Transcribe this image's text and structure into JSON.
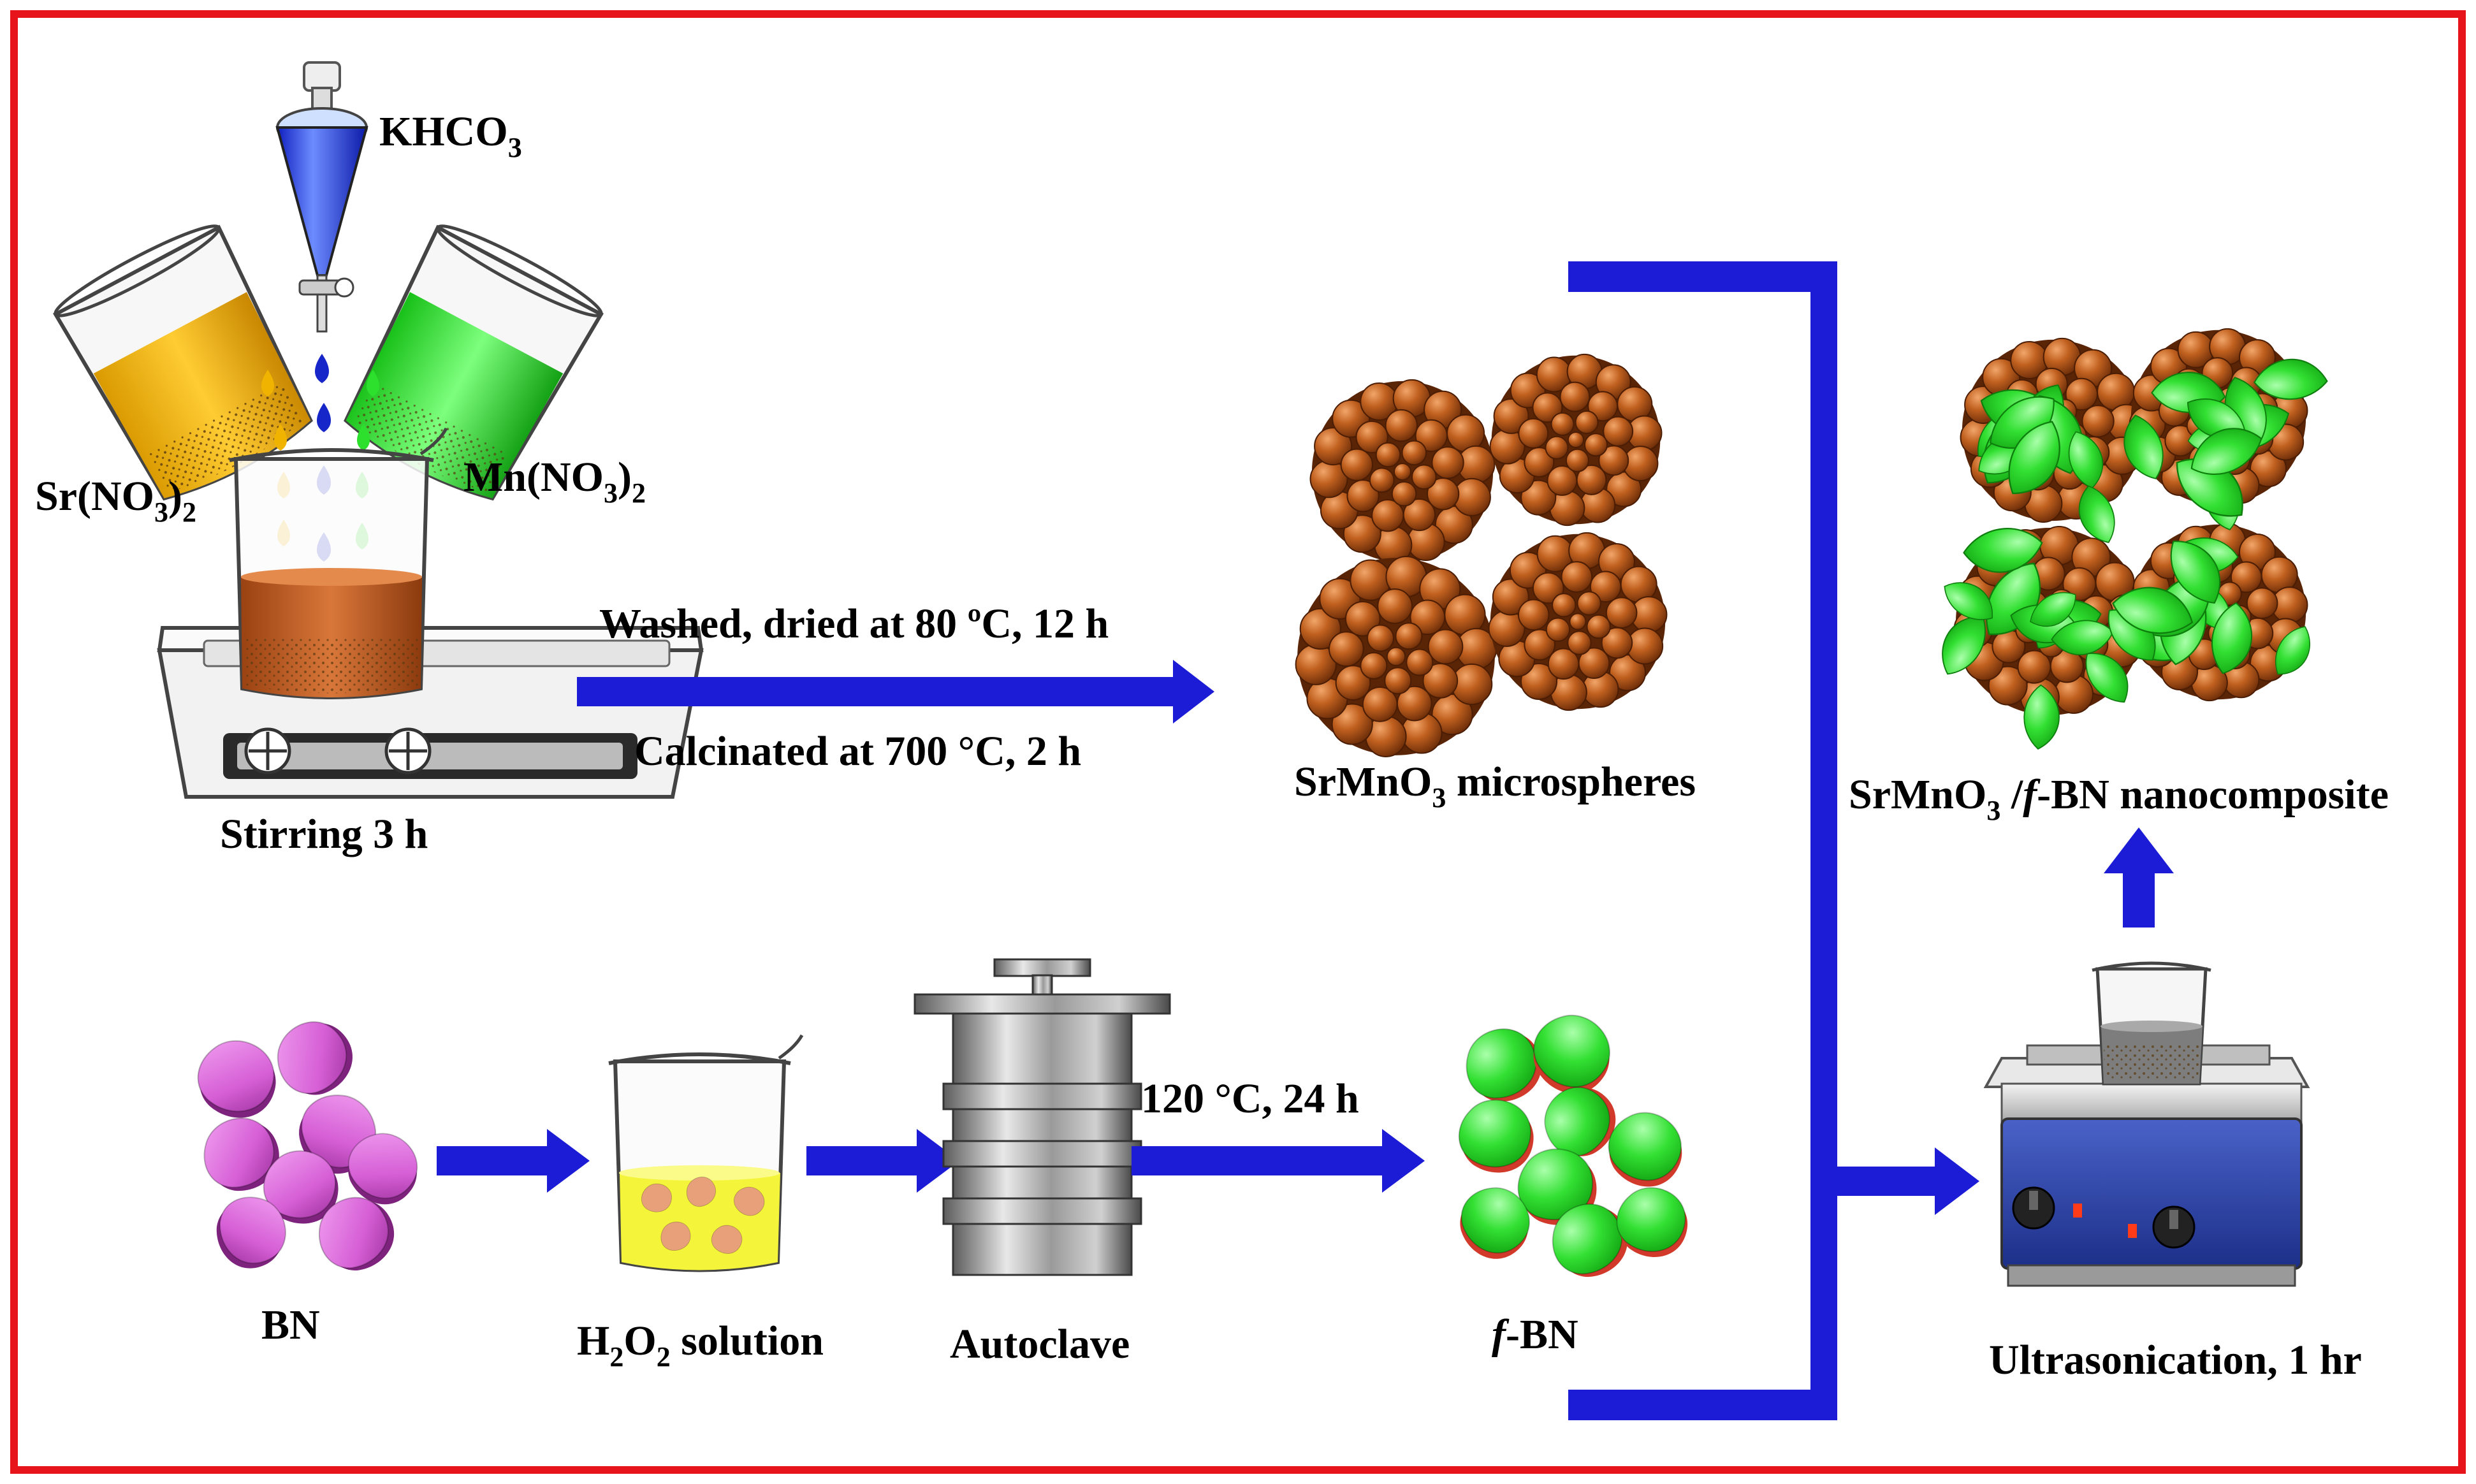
{
  "frame": {
    "border_color": "#e8141b"
  },
  "colors": {
    "arrow": "#1c1cd6",
    "sr": "#f0b400",
    "kh": "#1726c9",
    "mn": "#2ee02e",
    "brown": "#b8561b",
    "bn": "#d65fd6",
    "fbn": "#3fd03f"
  },
  "labels": {
    "khco3_main": "KHCO",
    "khco3_sub": "3",
    "sr_a": "Sr(NO",
    "sr_sub1": "3",
    "sr_b": ")",
    "sr_sub2": "2",
    "mn_a": "Mn(NO",
    "mn_sub1": "3",
    "mn_b": ")",
    "mn_sub2": "2",
    "stirring": "Stirring 3 h",
    "wash": "Washed, dried at 80 ºC, 12 h",
    "calc": "Calcinated at 700 °C, 2 h",
    "srmno3_a": "SrMnO",
    "srmno3_sub": "3",
    "srmno3_b": " microspheres",
    "comp_a": "SrMnO",
    "comp_sub": "3",
    "comp_b": " /",
    "comp_f": "f",
    "comp_c": "-BN nanocomposite",
    "bn": "BN",
    "h2o2_a": "H",
    "h2o2_sub1": "2",
    "h2o2_b": "O",
    "h2o2_sub2": "2",
    "h2o2_c": " solution",
    "autoclave": "Autoclave",
    "hydro": "120 °C, 24 h",
    "fbn_f": "f",
    "fbn_b": "-BN",
    "ultra": "Ultrasonication, 1 hr"
  }
}
